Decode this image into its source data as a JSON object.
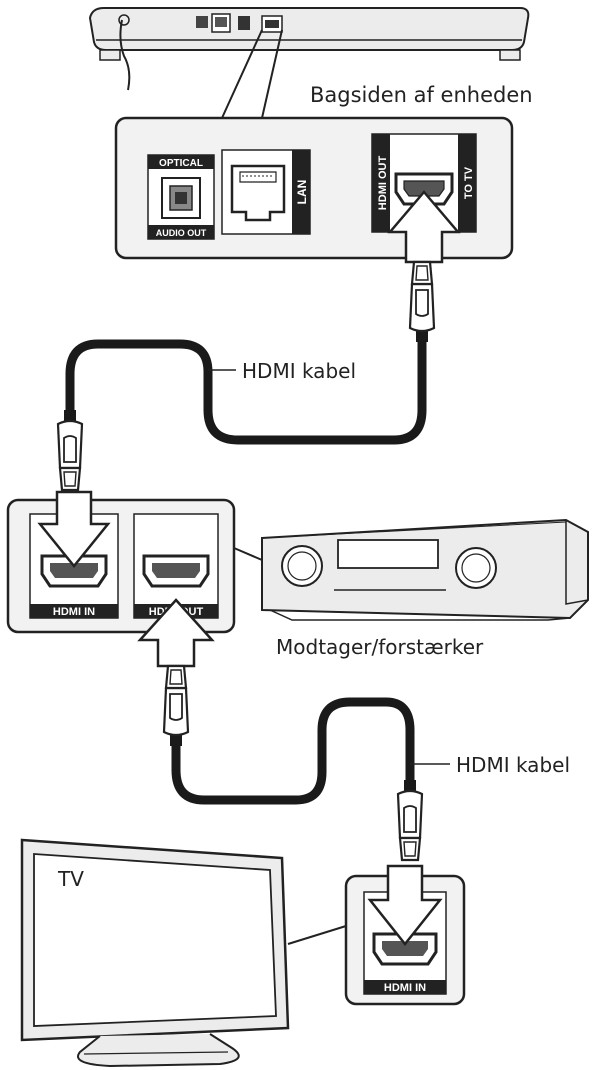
{
  "labels": {
    "player_back": "Bagsiden af enheden",
    "cable_top": "HDMI kabel",
    "receiver": "Modtager/forstærker",
    "cable_bottom": "HDMI kabel",
    "tv": "TV"
  },
  "ports": {
    "optical": "OPTICAL",
    "audio_out": "AUDIO OUT",
    "lan": "LAN",
    "hdmi_out": "HDMI OUT",
    "to_tv": "TO TV",
    "receiver_in": "HDMI IN",
    "receiver_out": "HDMI OUT",
    "tv_in": "HDMI IN"
  },
  "colors": {
    "line": "#222222",
    "cable": "#1a1a1a",
    "panel": "#f2f2f2",
    "device": "#ececec",
    "plug": "#ffffff"
  }
}
